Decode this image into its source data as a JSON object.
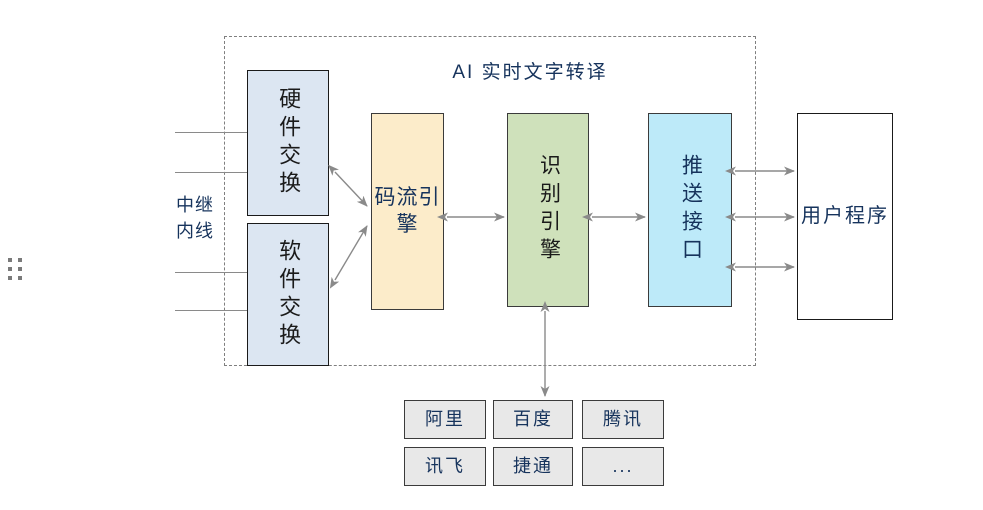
{
  "diagram": {
    "title": "AI 实时文字转译",
    "group_border_color": "#7f7f7f",
    "nodes": {
      "hardware_switch": {
        "label": "硬件交换",
        "color": "#dce6f2"
      },
      "software_switch": {
        "label": "软件交换",
        "color": "#dce6f2"
      },
      "stream_engine": {
        "label": "码流引擎",
        "color": "#fcecca"
      },
      "recognition_engine": {
        "label": "识别引擎",
        "color": "#cfe1bb"
      },
      "push_interface": {
        "label": "推送接口",
        "color": "#bdeaf9"
      },
      "user_program": {
        "label": "用户程序",
        "color": "#ffffff"
      }
    },
    "trunk_label": {
      "line1": "中继",
      "line2": "内线"
    },
    "vendors": [
      {
        "label": "阿里"
      },
      {
        "label": "百度"
      },
      {
        "label": "腾讯"
      },
      {
        "label": "讯飞"
      },
      {
        "label": "捷通"
      },
      {
        "label": "..."
      }
    ],
    "vendor_color": "#e8e8e8",
    "connector_color": "#8a8a8a",
    "handle": "drag-handle-dots"
  }
}
